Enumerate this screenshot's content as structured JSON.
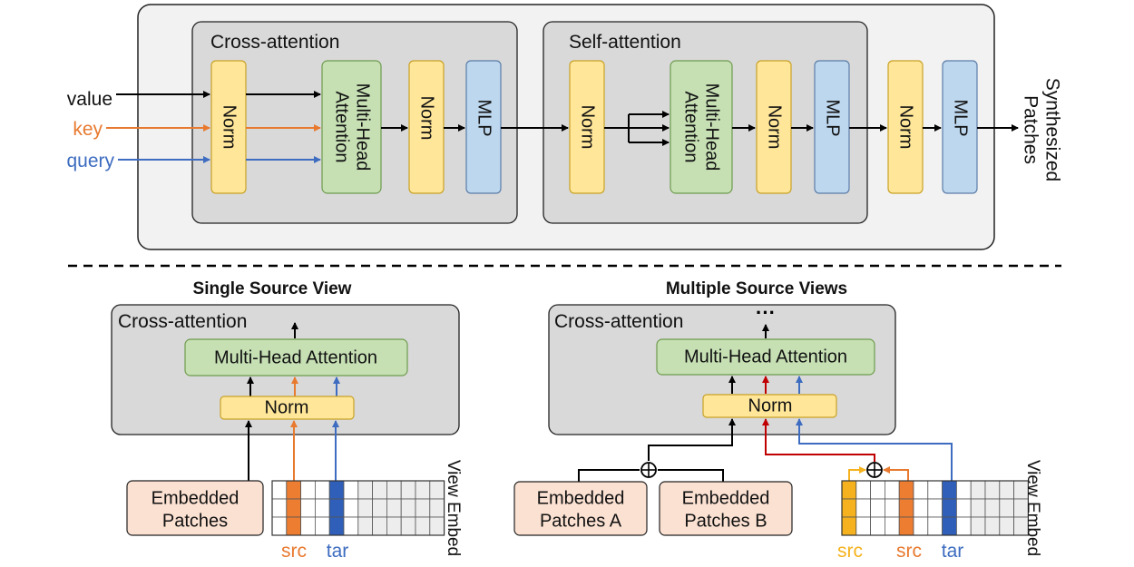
{
  "top": {
    "cross_title": "Cross-attention",
    "self_title": "Self-attention",
    "inputs": {
      "value": "value",
      "key": "key",
      "query": "query"
    },
    "norm": "Norm",
    "mlp": "MLP",
    "mha_line1": "Multi-Head",
    "mha_line2": "Attention",
    "output_line1": "Synthesized",
    "output_line2": "Patches"
  },
  "single": {
    "heading": "Single Source View",
    "box_title": "Cross-attention",
    "mha": "Multi-Head Attention",
    "norm": "Norm",
    "embed_line1": "Embedded",
    "embed_line2": "Patches",
    "src": "src",
    "tar": "tar",
    "view_embed": "View Embed"
  },
  "multi": {
    "heading": "Multiple Source Views",
    "box_title": "Cross-attention",
    "mha": "Multi-Head Attention",
    "norm": "Norm",
    "ellipsis": "···",
    "embed_a_line1": "Embedded",
    "embed_a_line2": "Patches A",
    "embed_b_line1": "Embedded",
    "embed_b_line2": "Patches B",
    "src1": "src",
    "src2": "src",
    "tar": "tar",
    "view_embed": "View Embed"
  },
  "colors": {
    "value": "#000000",
    "key": "#E87A30",
    "query": "#3D6CC0",
    "norm_fill": "#FFE699",
    "norm_stroke": "#C9A227",
    "mha_fill": "#C6E0B4",
    "mha_stroke": "#6E9B4E",
    "mlp_fill": "#BDD7EE",
    "mlp_stroke": "#5B7DA8",
    "outer_fill": "#F2F2F2",
    "inner_fill": "#D9D9D9",
    "embed_fill": "#FBE1D2",
    "red_line": "#C00000",
    "src_cell": "#ED7D31",
    "tar_cell": "#2F5FB8",
    "src_yellow_cell": "#F5B21E"
  }
}
